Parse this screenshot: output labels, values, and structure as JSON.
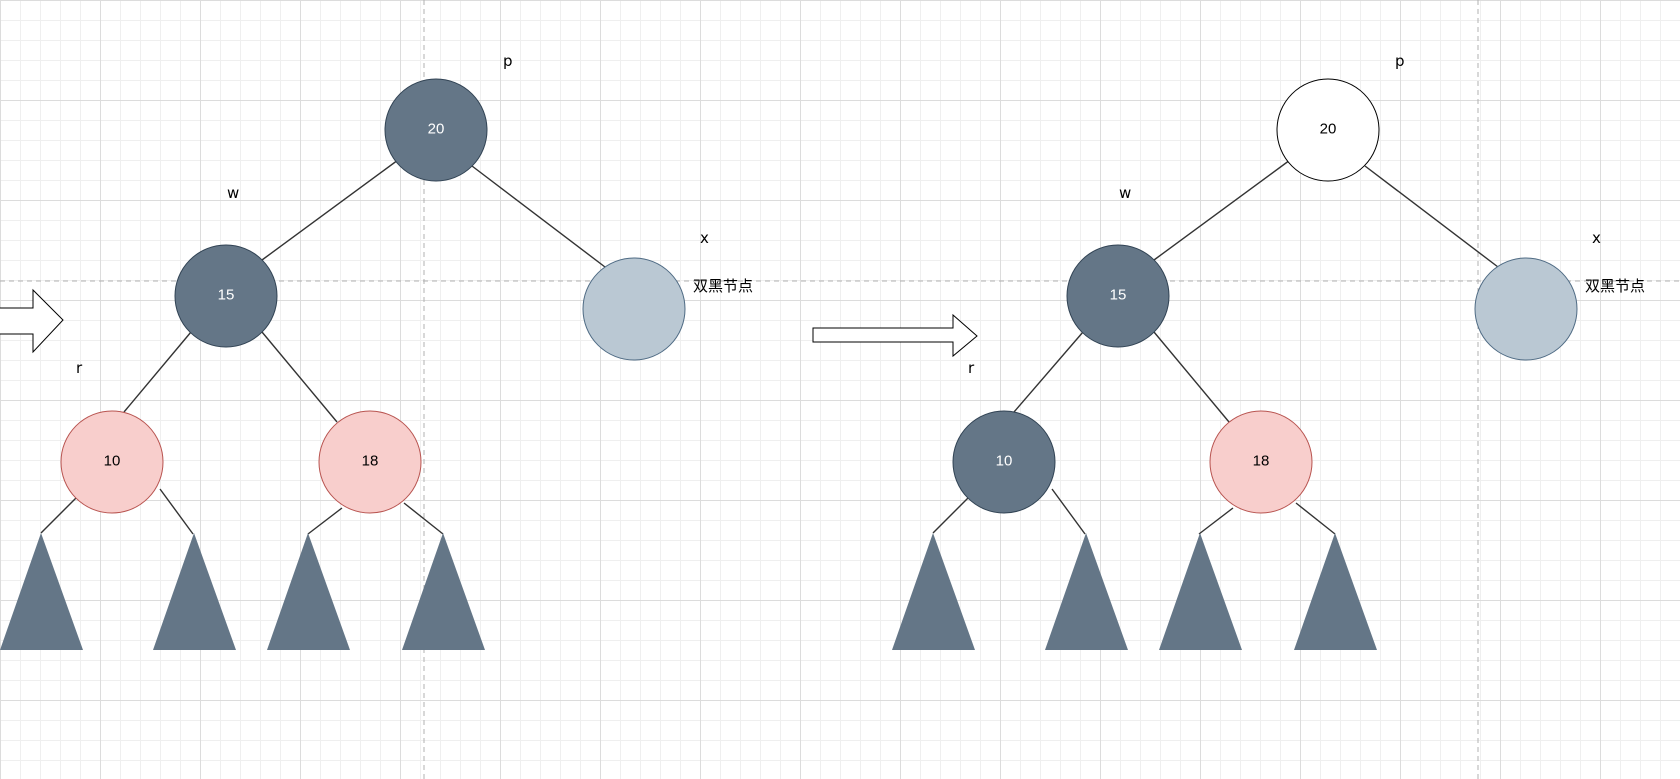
{
  "colors": {
    "black_node": "#647687",
    "red_node_fill": "#f8cecc",
    "red_node_stroke": "#b85450",
    "double_black_fill": "#bac8d3",
    "double_black_stroke": "#4f6b84",
    "white_node": "#ffffff",
    "edge": "#333333",
    "guide": "#b0b0b0"
  },
  "before": {
    "p_label": "p",
    "w_label": "w",
    "x_label": "x",
    "r_label": "r",
    "double_black_label": "双黑节点",
    "n20": "20",
    "n15": "15",
    "n10": "10",
    "n18": "18"
  },
  "after": {
    "p_label": "p",
    "w_label": "w",
    "x_label": "x",
    "r_label": "r",
    "double_black_label": "双黑节点",
    "n20": "20",
    "n15": "15",
    "n10": "10",
    "n18": "18"
  }
}
